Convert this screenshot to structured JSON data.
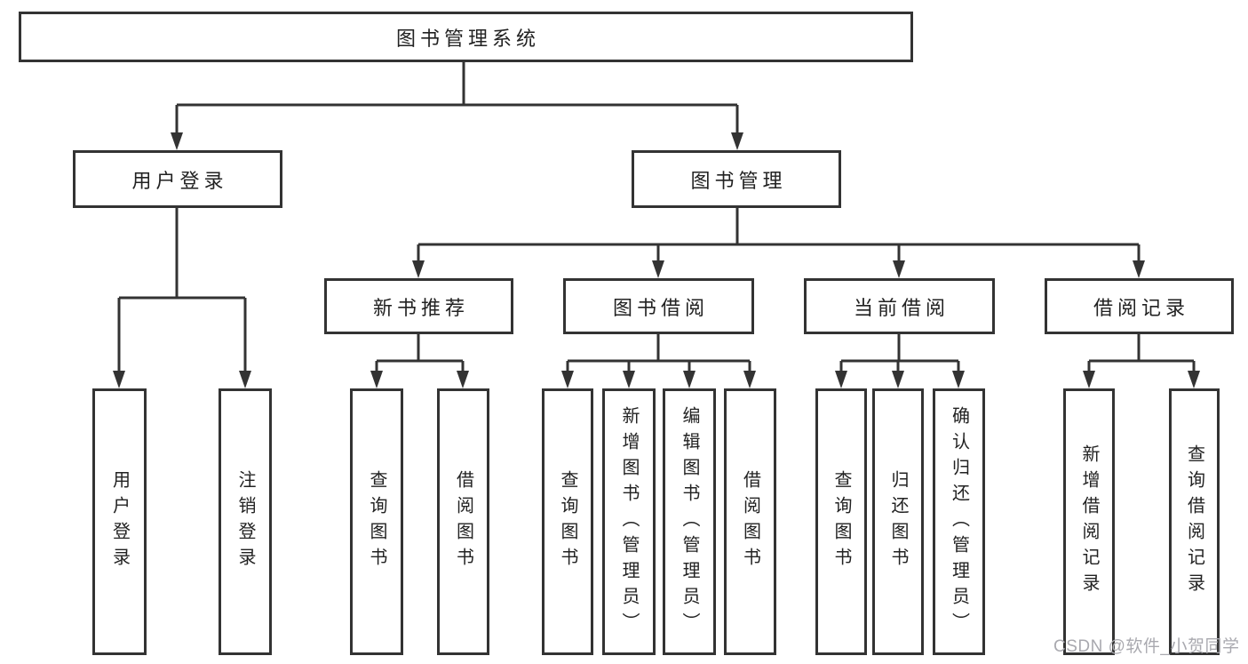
{
  "diagram": {
    "watermark": "CSDN @软件_小贺同学",
    "colors": {
      "line": "#333333",
      "box_border": "#333333",
      "box_background": "#ffffff",
      "text": "#222222",
      "watermark_text": "#a9a9af",
      "page_background": "#ffffff"
    },
    "nodes": {
      "root": {
        "label": "图书管理系统"
      },
      "user_login": {
        "label": "用户登录"
      },
      "book_mgmt": {
        "label": "图书管理"
      },
      "new_book_rec": {
        "label": "新书推荐"
      },
      "book_borrow": {
        "label": "图书借阅"
      },
      "current_borrow": {
        "label": "当前借阅"
      },
      "borrow_record": {
        "label": "借阅记录"
      },
      "leaf_user_login": {
        "label": "用户登录"
      },
      "leaf_logout": {
        "label": "注销登录"
      },
      "leaf_nb_query_book": {
        "label": "查询图书"
      },
      "leaf_nb_borrow_book": {
        "label": "借阅图书"
      },
      "leaf_bb_query_book": {
        "label": "查询图书"
      },
      "leaf_bb_add_book": {
        "label": "新增图书（管理员）"
      },
      "leaf_bb_edit_book": {
        "label": "编辑图书（管理员）"
      },
      "leaf_bb_borrow_book": {
        "label": "借阅图书"
      },
      "leaf_cb_query_book": {
        "label": "查询图书"
      },
      "leaf_cb_return_book": {
        "label": "归还图书"
      },
      "leaf_cb_confirm_return": {
        "label": "确认归还（管理员）"
      },
      "leaf_br_add_record": {
        "label": "新增借阅记录"
      },
      "leaf_br_query_record": {
        "label": "查询借阅记录"
      }
    }
  }
}
